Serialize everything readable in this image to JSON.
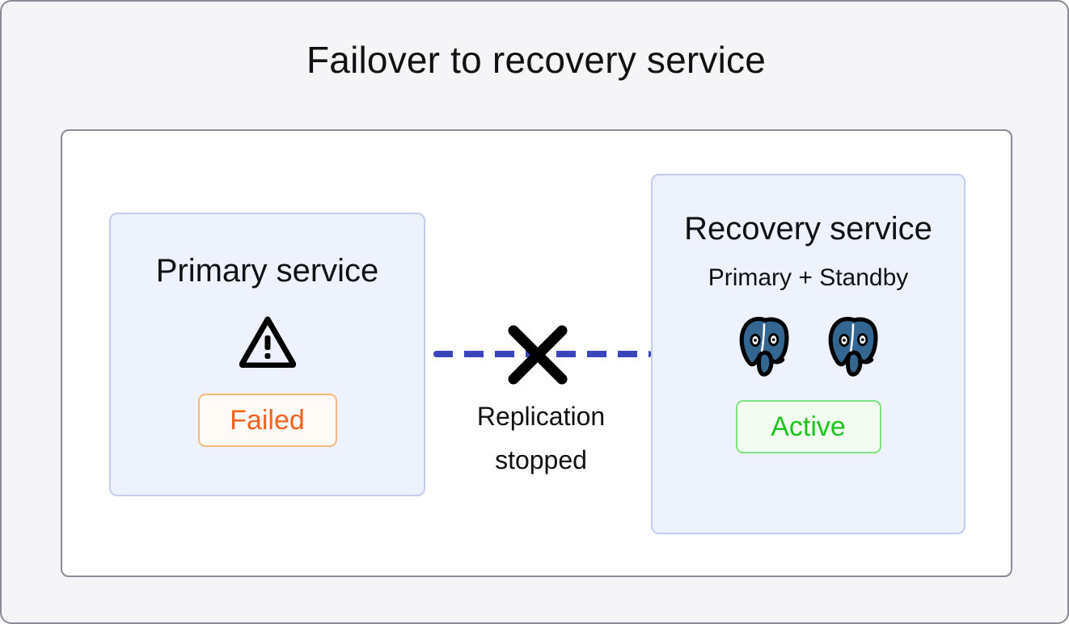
{
  "diagram": {
    "title": "Failover to recovery service",
    "colors": {
      "page_background": "#f5f5f7",
      "panel_background": "#ffffff",
      "panel_border": "#8b8b97",
      "box_background": "#eef2fd",
      "box_border": "#c3cdf0",
      "replication_line": "#3a45bd",
      "failed_text": "#f4621f",
      "failed_border": "#f8ba7c",
      "active_text": "#1fc41f",
      "active_border": "#7fe37f",
      "postgres_blue": "#336791",
      "cross_mark": "#000000"
    },
    "primary_service": {
      "title": "Primary service",
      "icon": "warning-triangle-icon",
      "status": "Failed"
    },
    "recovery_service": {
      "title": "Recovery service",
      "subtitle": "Primary + Standby",
      "icons": [
        "postgres-elephant-icon",
        "postgres-elephant-icon"
      ],
      "status": "Active"
    },
    "replication": {
      "label_line1": "Replication",
      "label_line2": "stopped",
      "state_icon": "cross-mark-icon",
      "line_style": "dashed"
    }
  }
}
